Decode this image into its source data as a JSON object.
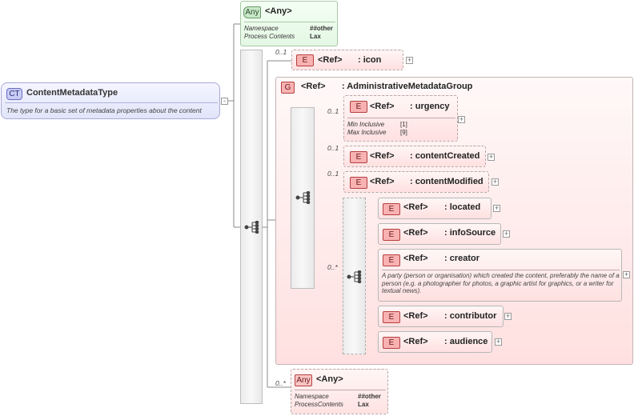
{
  "complex_type": {
    "badge": "CT",
    "name": "ContentMetadataType",
    "description": "The type for a  basic set of metadata properties about the content"
  },
  "any_top": {
    "badge": "Any",
    "label": "<Any>",
    "props": [
      {
        "key": "Namespace",
        "value": "##other"
      },
      {
        "key": "Process Contents",
        "value": "Lax"
      }
    ]
  },
  "icon_ref": {
    "badge": "E",
    "ref": "<Ref>",
    "name": ": icon",
    "cardinality": "0..1"
  },
  "group": {
    "badge": "G",
    "ref": "<Ref>",
    "name": ": AdministrativeMetadataGroup",
    "elements": [
      {
        "badge": "E",
        "ref": "<Ref>",
        "name": ": urgency",
        "cardinality": "0..1",
        "props": [
          {
            "key": "Min Inclusive",
            "value": "[1]"
          },
          {
            "key": "Max Inclusive",
            "value": "[9]"
          }
        ]
      },
      {
        "badge": "E",
        "ref": "<Ref>",
        "name": ": contentCreated",
        "cardinality": "0..1"
      },
      {
        "badge": "E",
        "ref": "<Ref>",
        "name": ": contentModified",
        "cardinality": "0..1"
      }
    ],
    "choice_cardinality": "0..*",
    "choice_elements": [
      {
        "badge": "E",
        "ref": "<Ref>",
        "name": ": located"
      },
      {
        "badge": "E",
        "ref": "<Ref>",
        "name": ": infoSource"
      },
      {
        "badge": "E",
        "ref": "<Ref>",
        "name": ": creator",
        "description": "A party (person or organisation) which created the content, preferably the name of a person (e.g. a photographer for photos, a graphic artist for graphics, or a writer for textual news)."
      },
      {
        "badge": "E",
        "ref": "<Ref>",
        "name": ": contributor"
      },
      {
        "badge": "E",
        "ref": "<Ref>",
        "name": ": audience"
      }
    ]
  },
  "any_bottom": {
    "badge": "Any",
    "label": "<Any>",
    "cardinality": "0..*",
    "props": [
      {
        "key": "Namespace",
        "value": "##other"
      },
      {
        "key": "ProcessContents",
        "value": "Lax"
      }
    ]
  },
  "colors": {
    "element_fill": "#ffe0e0",
    "element_badge": "#f9b2b2",
    "group_fill": "#ffe4e4",
    "any_green": "#e4f7e4",
    "complex_type_fill": "#e6e8fb"
  }
}
